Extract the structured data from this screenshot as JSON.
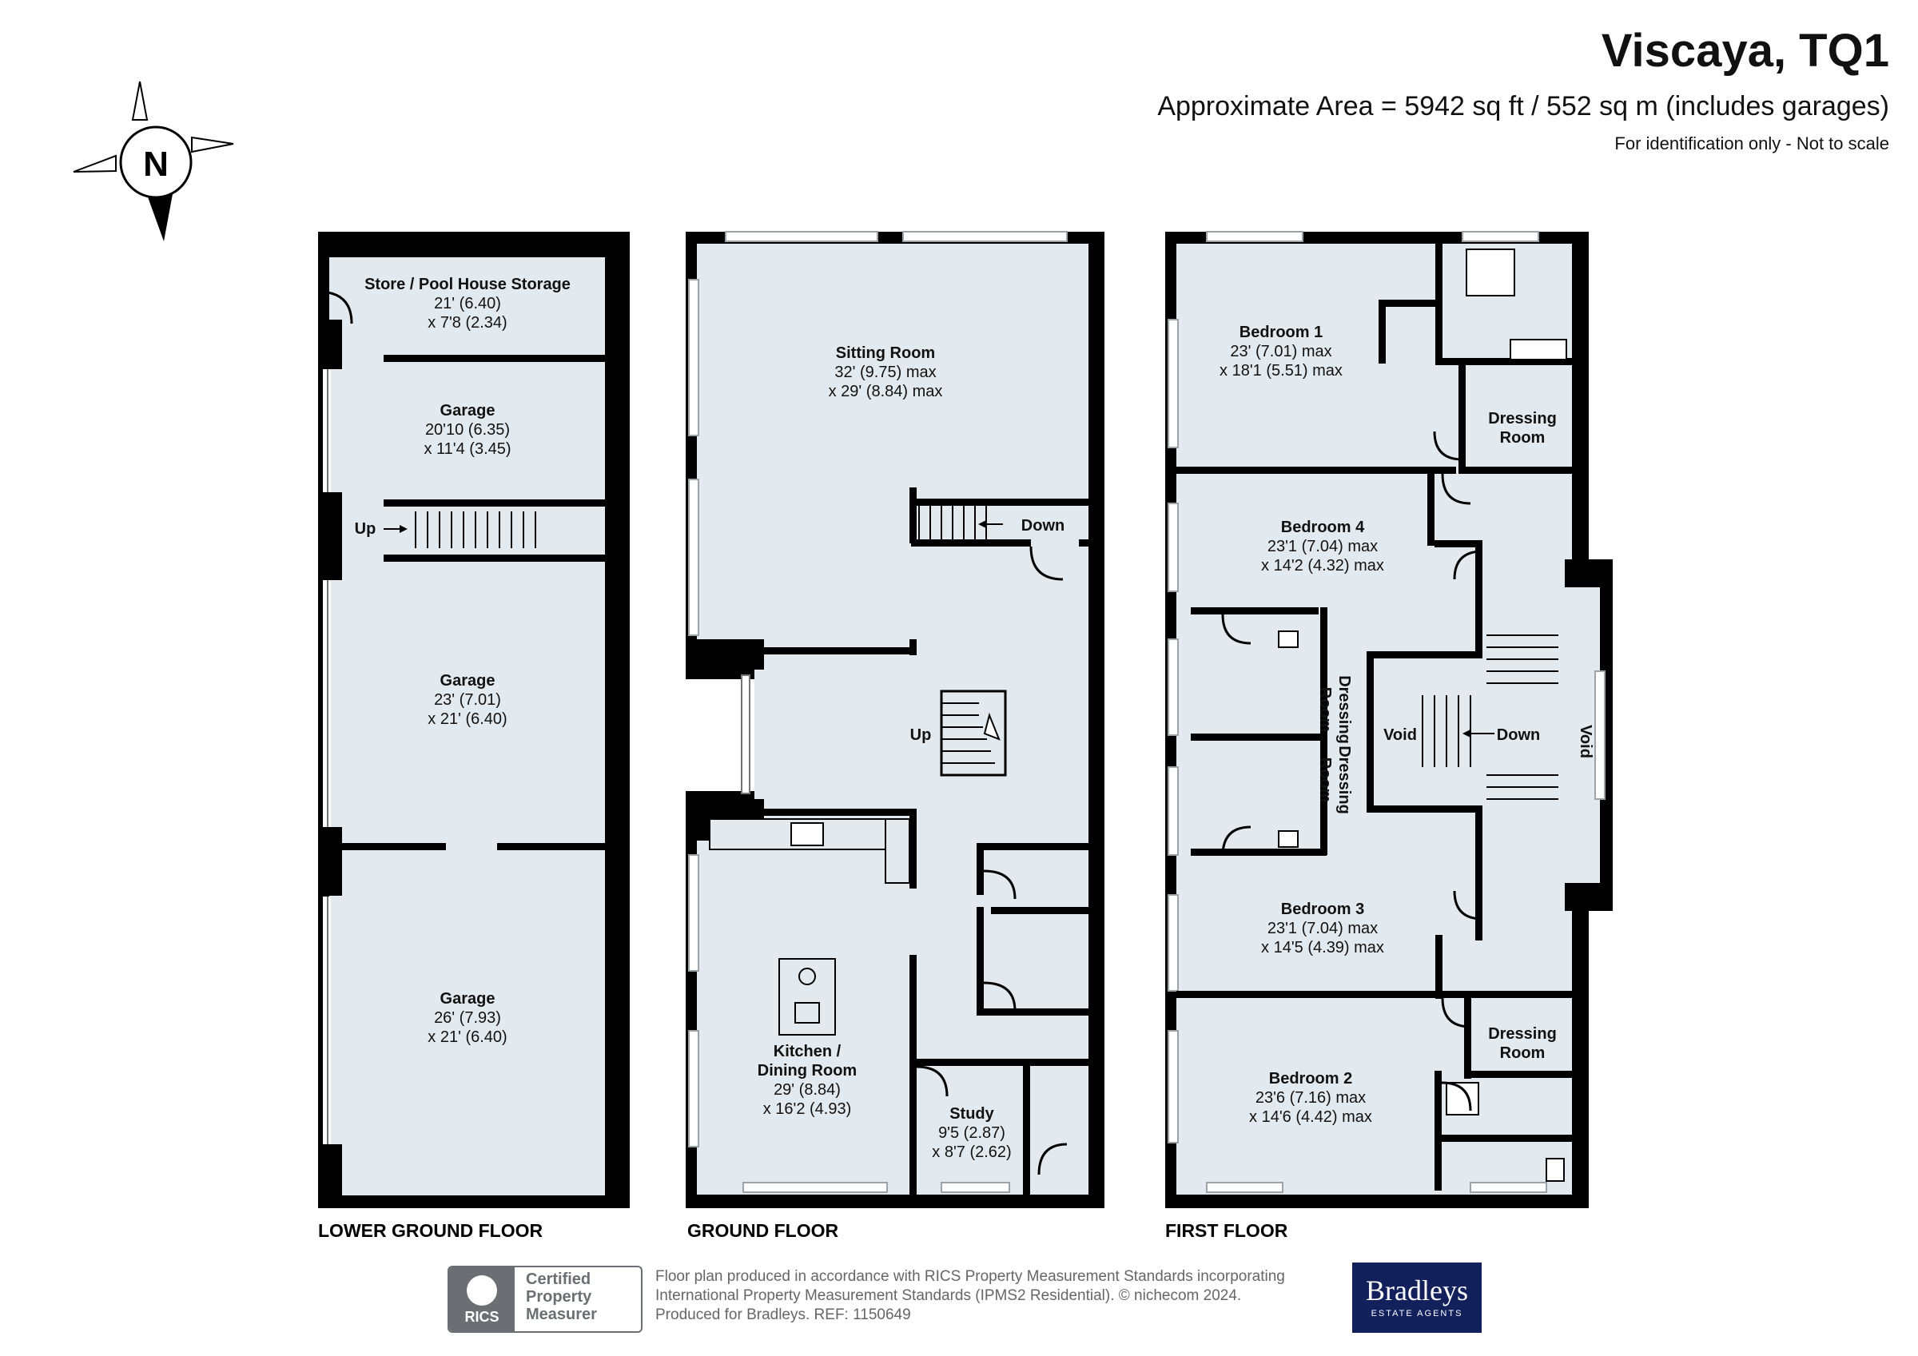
{
  "header": {
    "title": "Viscaya, TQ1",
    "area": "Approximate Area = 5942 sq ft / 552 sq m (includes garages)",
    "note": "For identification only - Not to scale"
  },
  "compass": {
    "label": "N"
  },
  "floors": {
    "lower": "LOWER GROUND FLOOR",
    "ground": "GROUND FLOOR",
    "first": "FIRST FLOOR"
  },
  "rooms": {
    "store": {
      "name": "Store / Pool House Storage",
      "d1": "21' (6.40)",
      "d2": "x 7'8 (2.34)"
    },
    "garage1": {
      "name": "Garage",
      "d1": "20'10 (6.35)",
      "d2": "x 11'4 (3.45)"
    },
    "garage2": {
      "name": "Garage",
      "d1": "23' (7.01)",
      "d2": "x 21' (6.40)"
    },
    "garage3": {
      "name": "Garage",
      "d1": "26' (7.93)",
      "d2": "x 21' (6.40)"
    },
    "sitting": {
      "name": "Sitting Room",
      "d1": "32' (9.75) max",
      "d2": "x 29' (8.84) max"
    },
    "kitchen": {
      "name1": "Kitchen /",
      "name2": "Dining Room",
      "d1": "29' (8.84)",
      "d2": "x 16'2 (4.93)"
    },
    "study": {
      "name": "Study",
      "d1": "9'5 (2.87)",
      "d2": "x 8'7 (2.62)"
    },
    "bed1": {
      "name": "Bedroom 1",
      "d1": "23' (7.01) max",
      "d2": "x 18'1 (5.51) max"
    },
    "bed4": {
      "name": "Bedroom 4",
      "d1": "23'1 (7.04) max",
      "d2": "x 14'2 (4.32) max"
    },
    "bed3": {
      "name": "Bedroom 3",
      "d1": "23'1 (7.04) max",
      "d2": "x 14'5 (4.39) max"
    },
    "bed2": {
      "name": "Bedroom 2",
      "d1": "23'6 (7.16) max",
      "d2": "x 14'6 (4.42) max"
    },
    "dressing": {
      "l1": "Dressing",
      "l2": "Room"
    },
    "void": "Void"
  },
  "stairs": {
    "up": "Up",
    "down": "Down"
  },
  "footer": {
    "line1": "Floor plan produced in accordance with RICS Property Measurement Standards incorporating",
    "line2": "International Property Measurement Standards (IPMS2 Residential).   © nichecom 2024.",
    "line3": "Produced for Bradleys.    REF:  1150649",
    "rics_mark": "RICS",
    "cert1": "Certified",
    "cert2": "Property",
    "cert3": "Measurer",
    "logo_name": "Bradleys",
    "logo_sub": "ESTATE AGENTS"
  }
}
